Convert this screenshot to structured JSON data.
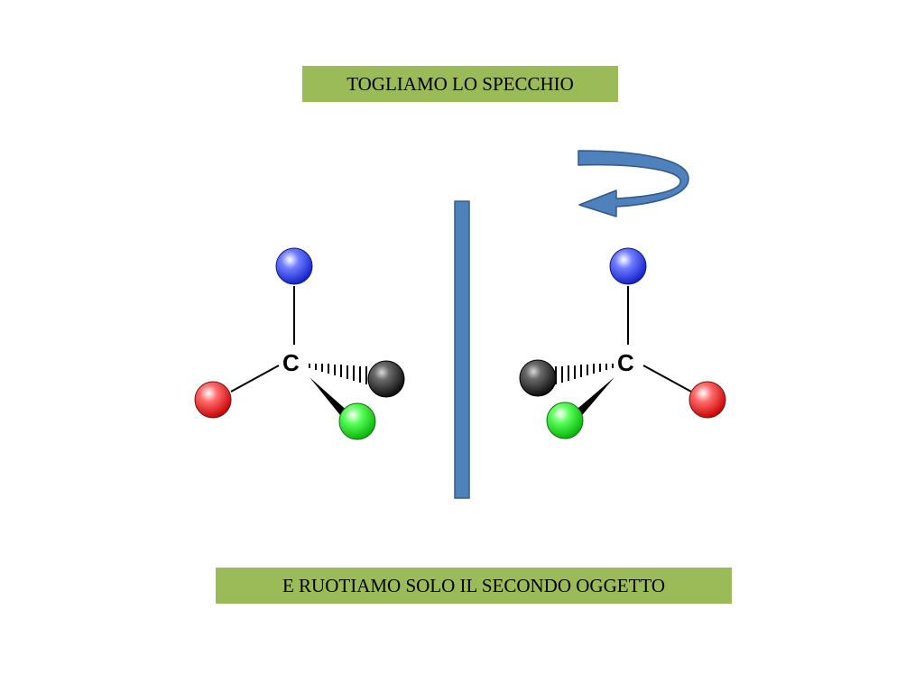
{
  "title": "TOGLIAMO LO SPECCHIO",
  "caption": "E RUOTIAMO SOLO IL SECONDO OGGETTO",
  "center_atom_symbol": "C",
  "colors": {
    "label_background": "#9bbb59",
    "mirror": "#4f81bd",
    "arrow": "#4f81bd",
    "atom_top": "#2b3cff",
    "atom_left_or_right": "#ff1f1f",
    "atom_front": "#19e619",
    "atom_back": "#2a2a2a"
  },
  "molecules": [
    {
      "name": "left-molecule",
      "substituents": [
        "blue-atom",
        "red-atom",
        "green-atom-wedge",
        "black-atom-hashed"
      ]
    },
    {
      "name": "right-molecule",
      "substituents": [
        "blue-atom",
        "red-atom",
        "green-atom-wedge",
        "black-atom-hashed"
      ]
    }
  ],
  "icons": [
    "rotation-arrow-icon",
    "mirror-plane"
  ]
}
